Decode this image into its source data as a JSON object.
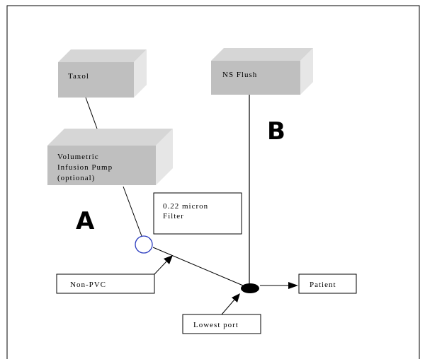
{
  "diagram": {
    "nodes": {
      "taxol": "Taxol",
      "ns_flush": "NS Flush",
      "pump": [
        "Volumetric",
        "Infusion Pump",
        "(optional)"
      ],
      "filter": [
        "0.22 micron",
        "Filter"
      ],
      "non_pvc": "Non-PVC",
      "lowest_port": "Lowest port",
      "patient": "Patient"
    },
    "line_labels": {
      "a": "A",
      "b": "B"
    }
  }
}
